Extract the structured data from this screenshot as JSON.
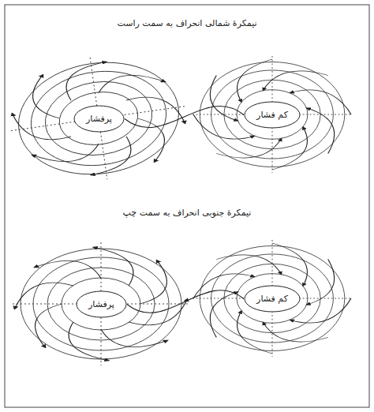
{
  "diagram": {
    "nodes": [
      {
        "text": [
          "پرفشار"
        ]
      },
      {
        "text": [
          "کم فشار"
        ]
      },
      {
        "text": [
          "پرفشار"
        ]
      },
      {
        "text": [
          "کم فشار"
        ]
      }
    ],
    "edges": [
      {
        "from": 0,
        "to": 1,
        "arrow": "none"
      },
      {
        "from": 2,
        "to": 3,
        "arrow": "none"
      }
    ],
    "labels": [
      "نیمکرهٔ شمالی انحراف به سمت راست",
      "نیمکرهٔ جنوبی انحراف به سمت چپ"
    ]
  }
}
